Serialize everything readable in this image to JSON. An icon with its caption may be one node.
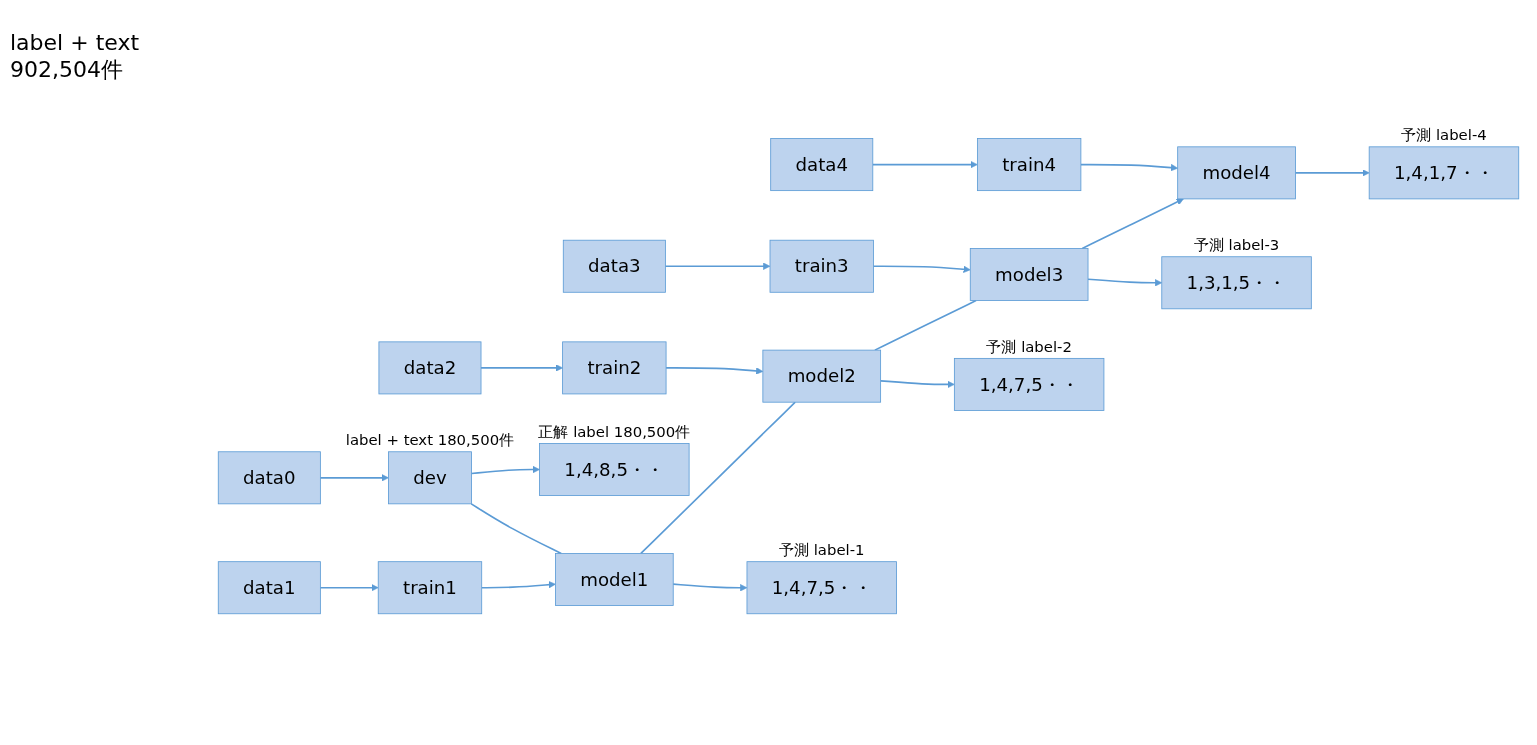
{
  "diagram": {
    "nodes": [
      {
        "text": [
          "data0"
        ]
      },
      {
        "text": [
          "data1"
        ]
      },
      {
        "text": [
          "data2"
        ]
      },
      {
        "text": [
          "data3"
        ]
      },
      {
        "text": [
          "data4"
        ]
      },
      {
        "text": [
          "dev"
        ],
        "beside": [
          "label + text 180,500件"
        ]
      },
      {
        "text": [
          "train1"
        ]
      },
      {
        "text": [
          "train2"
        ]
      },
      {
        "text": [
          "train3"
        ]
      },
      {
        "text": [
          "train4"
        ]
      },
      {
        "text": [
          "model1"
        ]
      },
      {
        "text": [
          "model2"
        ]
      },
      {
        "text": [
          "model3"
        ]
      },
      {
        "text": [
          "model4"
        ]
      },
      {
        "text": [
          "1,4,8,5・・"
        ],
        "beside": [
          "正解 label  180,500件"
        ]
      },
      {
        "text": [
          "1,4,7,5・・"
        ],
        "beside": [
          "予測 label-1"
        ]
      },
      {
        "text": [
          "1,4,7,5・・"
        ],
        "beside": [
          "予測 label-2"
        ]
      },
      {
        "text": [
          "1,3,1,5・・"
        ],
        "beside": [
          "予測 label-3"
        ]
      },
      {
        "text": [
          "1,4,1,7・・"
        ],
        "beside": [
          "予測 label-4"
        ]
      }
    ],
    "edges": [
      {
        "from": 0,
        "to": 5,
        "arrow": "to"
      },
      {
        "from": 1,
        "to": 6,
        "arrow": "to"
      },
      {
        "from": 2,
        "to": 7,
        "arrow": "to"
      },
      {
        "from": 3,
        "to": 8,
        "arrow": "to"
      },
      {
        "from": 4,
        "to": 9,
        "arrow": "to"
      },
      {
        "from": 5,
        "to": 14,
        "arrow": "to"
      },
      {
        "from": 5,
        "to": 10,
        "arrow": "none"
      },
      {
        "from": 10,
        "to": 11,
        "arrow": "none"
      },
      {
        "from": 11,
        "to": 12,
        "arrow": "none"
      },
      {
        "from": 12,
        "to": 13,
        "arrow": "to"
      },
      {
        "from": 6,
        "to": 10,
        "arrow": "to"
      },
      {
        "from": 7,
        "to": 11,
        "arrow": "to"
      },
      {
        "from": 8,
        "to": 12,
        "arrow": "to"
      },
      {
        "from": 9,
        "to": 13,
        "arrow": "to"
      },
      {
        "from": 10,
        "to": 15,
        "arrow": "to"
      },
      {
        "from": 11,
        "to": 16,
        "arrow": "to"
      },
      {
        "from": 12,
        "to": 17,
        "arrow": "to"
      },
      {
        "from": 13,
        "to": 18,
        "arrow": "to"
      }
    ],
    "labels": [
      "label + text 902,504件"
    ]
  }
}
